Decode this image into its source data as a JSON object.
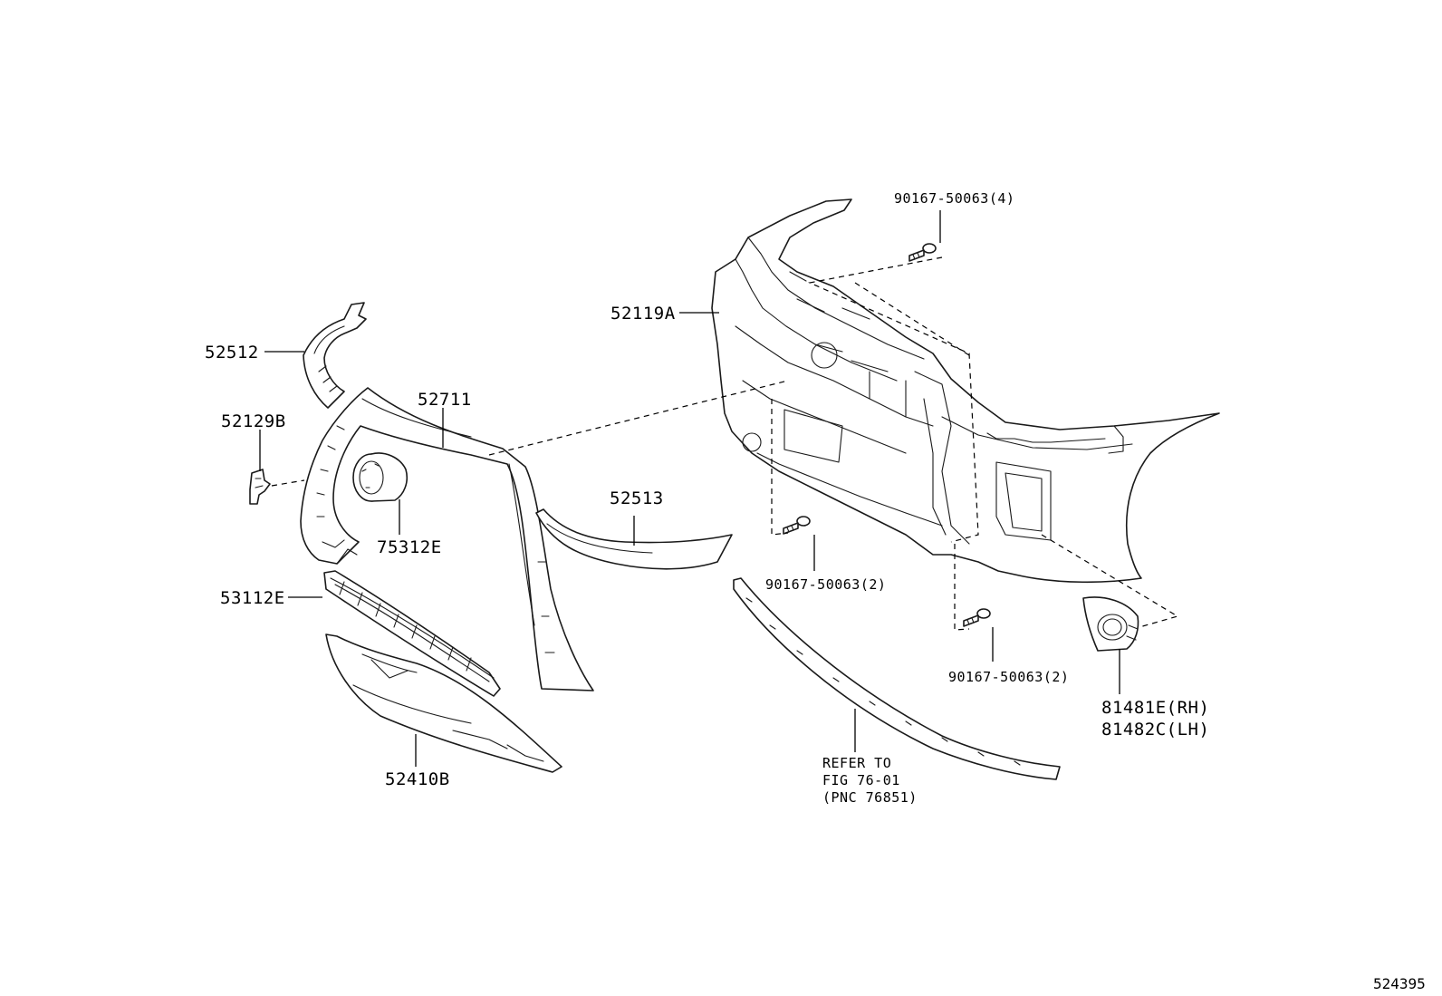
{
  "figure_number": "524395",
  "parts": {
    "p52512": "52512",
    "p52129B": "52129B",
    "p52711": "52711",
    "p75312E": "75312E",
    "p53112E": "53112E",
    "p52410B": "52410B",
    "p52513": "52513",
    "p52119A": "52119A",
    "bolt_top": "90167-50063(4)",
    "bolt_mid": "90167-50063(2)",
    "bolt_low": "90167-50063(2)",
    "p81481E": "81481E(RH)",
    "p81482C": "81482C(LH)"
  },
  "reference": {
    "line1": "REFER TO",
    "line2": "FIG 76-01",
    "line3": "(PNC 76851)"
  }
}
